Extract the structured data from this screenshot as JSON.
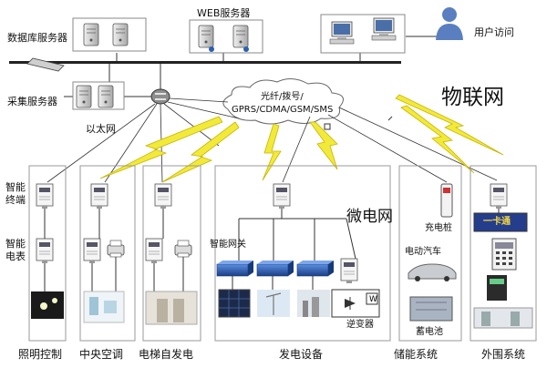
{
  "labels": {
    "db_servers": "数据库服务器",
    "web_servers": "WEB服务器",
    "user_access": "用户访问",
    "collect_servers": "采集服务器",
    "ethernet": "以太网",
    "iot": "物联网",
    "cloud_line1": "光纤/拨号/",
    "cloud_line2": "GPRS/CDMA/GSM/SMS",
    "smart_terminal_1": "智能",
    "smart_terminal_2": "终端",
    "smart_meter_1": "智能",
    "smart_meter_2": "电表",
    "microgrid": "微电网",
    "smart_gateway": "智能网关",
    "charging_pile": "充电桩",
    "electric_car": "电动汽车",
    "battery": "蓄电池",
    "inverter": "逆变器"
  },
  "sections": [
    {
      "id": "lighting",
      "label": "照明控制"
    },
    {
      "id": "hvac",
      "label": "中央空调"
    },
    {
      "id": "elevator",
      "label": "电梯自发电"
    },
    {
      "id": "generation",
      "label": "发电设备"
    },
    {
      "id": "storage",
      "label": "储能系统"
    },
    {
      "id": "perimeter",
      "label": "外围系统"
    }
  ],
  "card_label": "一卡通",
  "colors": {
    "lightning": "#f2ea3a",
    "lightning_edge": "#c9b400",
    "line": "#333333",
    "box_border": "#9a9a9a",
    "server": "#cfcfcf",
    "router": "#888888",
    "gateway": "#2b5fb0"
  }
}
